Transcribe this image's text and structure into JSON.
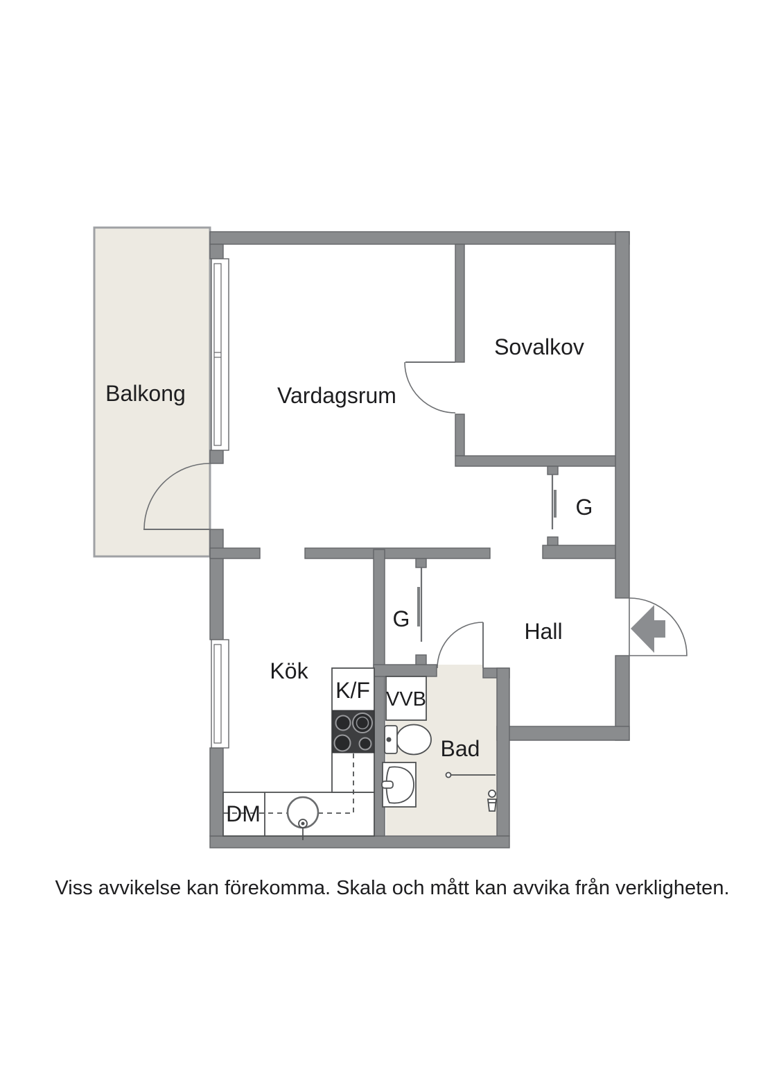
{
  "colors": {
    "wall": "#8a8c8e",
    "wall_outline": "#636568",
    "floor_accent": "#edeae2",
    "line": "#4e5052",
    "appliance_dark": "#3d3e40",
    "text": "#1d1d1f",
    "page_bg": "#ffffff"
  },
  "rooms": {
    "balkong": {
      "label": "Balkong"
    },
    "vardagsrum": {
      "label": "Vardagsrum"
    },
    "sovalkov": {
      "label": "Sovalkov"
    },
    "hall": {
      "label": "Hall"
    },
    "kok": {
      "label": "Kök"
    },
    "bad": {
      "label": "Bad"
    },
    "garderob_hall": {
      "label": "G"
    },
    "garderob_kok": {
      "label": "G"
    }
  },
  "labels": {
    "fridge_freezer": "K/F",
    "water_heater": "VVB",
    "dishwasher": "DM"
  },
  "footer": {
    "disclaimer": "Viss avvikelse kan förekomma. Skala och mått kan avvika från verkligheten."
  }
}
